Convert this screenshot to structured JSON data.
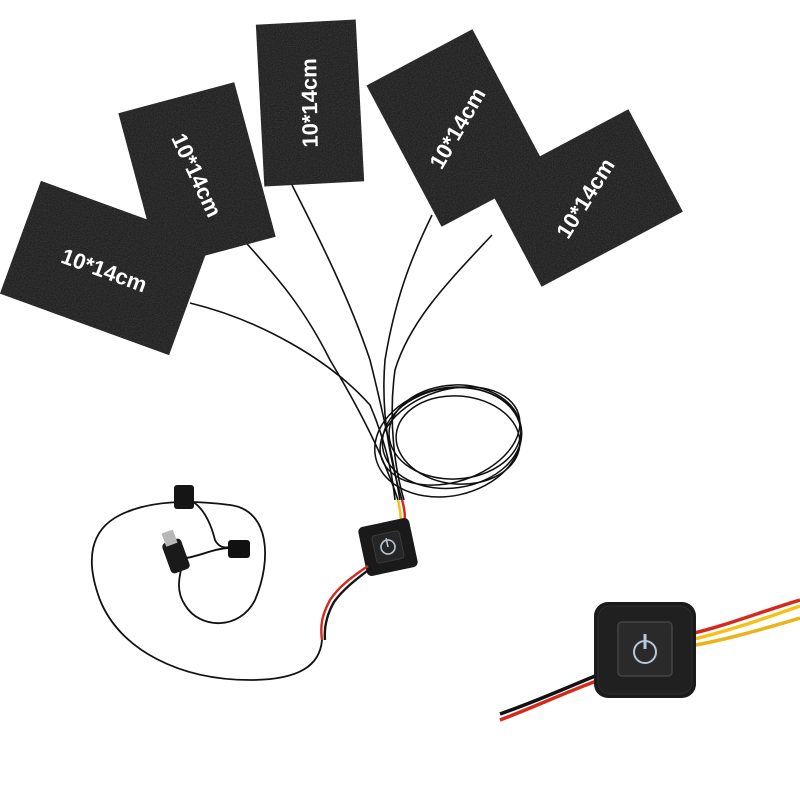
{
  "pads": [
    {
      "label": "10*14cm"
    },
    {
      "label": "10*14cm"
    },
    {
      "label": "10*14cm"
    },
    {
      "label": "10*14cm"
    },
    {
      "label": "10*14cm"
    }
  ],
  "colors": {
    "pad": "#0d0d0d",
    "wire": "#111111",
    "wire_red": "#d42a1e",
    "wire_yellow": "#f2c21b",
    "switch_body": "#1a1a1a",
    "power_icon": "#b8c8d8",
    "background": "#ffffff"
  },
  "icons": {
    "switch": "power-icon",
    "connector": "usb-plug-icon"
  }
}
